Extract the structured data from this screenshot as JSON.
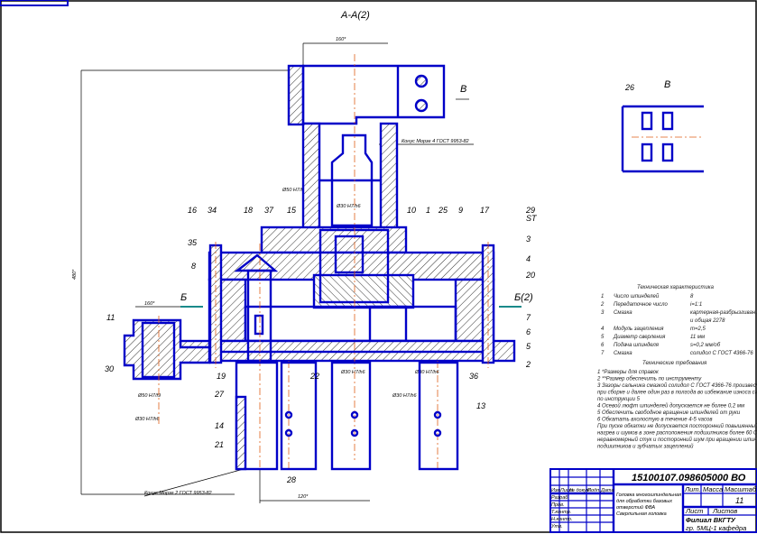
{
  "drawing": {
    "section_title": "А-А(2)",
    "view_b_title": "В",
    "view_b_arrow": "В",
    "section_b_left": "Б",
    "section_b_right": "Б(2)",
    "callouts": [
      "16",
      "34",
      "18",
      "37",
      "15",
      "10",
      "1",
      "25",
      "9",
      "17",
      "29",
      "3",
      "4",
      "20",
      "35",
      "8",
      "7",
      "6",
      "5",
      "2",
      "36",
      "19",
      "22",
      "11",
      "30",
      "27",
      "14",
      "21",
      "28",
      "13",
      "26"
    ],
    "callout_box": "ST",
    "dims": {
      "height": "480*",
      "top": "160*",
      "bottom": "120*",
      "left_flange": "160*",
      "left_fit_1": "Ø50 H7/f9",
      "left_fit_2": "Ø30 H7/h6",
      "upper_fit_1": "Ø50 H7/f9",
      "upper_fit_2": "Ø30 H7/h6",
      "lower_fit_1": "Ø30 H7/h6",
      "lower_fit_2": "Ø30 H7/h6",
      "lower_fit_3": "Ø30 H7/h6"
    },
    "notes": {
      "upper_key": "Конус Морзе 4 ГОСТ 9953-82",
      "lower_key": "Конус Морзе 2 ГОСТ 9953-82"
    }
  },
  "tech_specs": {
    "title": "Техническая характеристика",
    "items": [
      {
        "n": "1",
        "label": "Число шпинделей",
        "value": "8"
      },
      {
        "n": "2",
        "label": "Передаточное число",
        "value": "i=1:1"
      },
      {
        "n": "3",
        "label": "Смазка",
        "value": "картерная-разбрызгиванием"
      },
      {
        "n": "",
        "label": "",
        "value": "и общая 2278"
      },
      {
        "n": "4",
        "label": "Модуль зацепления",
        "value": "m=2,5"
      },
      {
        "n": "5",
        "label": "Диаметр сверления",
        "value": "11 мм"
      },
      {
        "n": "6",
        "label": "Подача шпинделя",
        "value": "s=0,2 мм/об"
      },
      {
        "n": "7",
        "label": "Смазка",
        "value": "солидол С ГОСТ 4366-76"
      }
    ]
  },
  "tech_requirements": {
    "title": "Технические требования",
    "lines": [
      "1 *Размеры для справок",
      "2 **Размер обеспечить по инструменту",
      "3 Зазоры сальника смазкой солидол С ГОСТ 4366-76 произвести",
      "при сборке и далее один раз в полгода во избежание износа сальника",
      "по инструкции 5",
      "4 Осевой люфт шпинделей допускается не более 0,2 мм",
      "5 Обеспечить свободное вращение шпинделей от руки",
      "6 Обкатать вхолостую в течение 4-5 часов",
      "При пуске обкатки не допускается посторонний повышенный",
      "нагрев и шумов в зоне расположения подшипников более 60 С или",
      "неравномерный стук и посторонний шум при вращении шпинделей",
      "подшипников и зубчатых зацеплений"
    ]
  },
  "title_block": {
    "code": "15100107.098605000 ВО",
    "name_lines": [
      "Головка многошпиндельная",
      "для обработки базовых",
      "отверстий ФВА",
      "Сверлильная головка"
    ],
    "sheet": "11",
    "org_lines": [
      "Филиал ВКГТУ",
      "гр. 5МЦ-1 кафедра"
    ],
    "cols": [
      "Изм",
      "Лист",
      "№ докум.",
      "Подп.",
      "Дата"
    ],
    "roles": [
      "Разраб.",
      "Пров.",
      "Т.контр.",
      "Н.контр.",
      "Утв."
    ],
    "headers": [
      "Лит.",
      "Масса",
      "Масштаб",
      "Лист",
      "Листов"
    ]
  }
}
